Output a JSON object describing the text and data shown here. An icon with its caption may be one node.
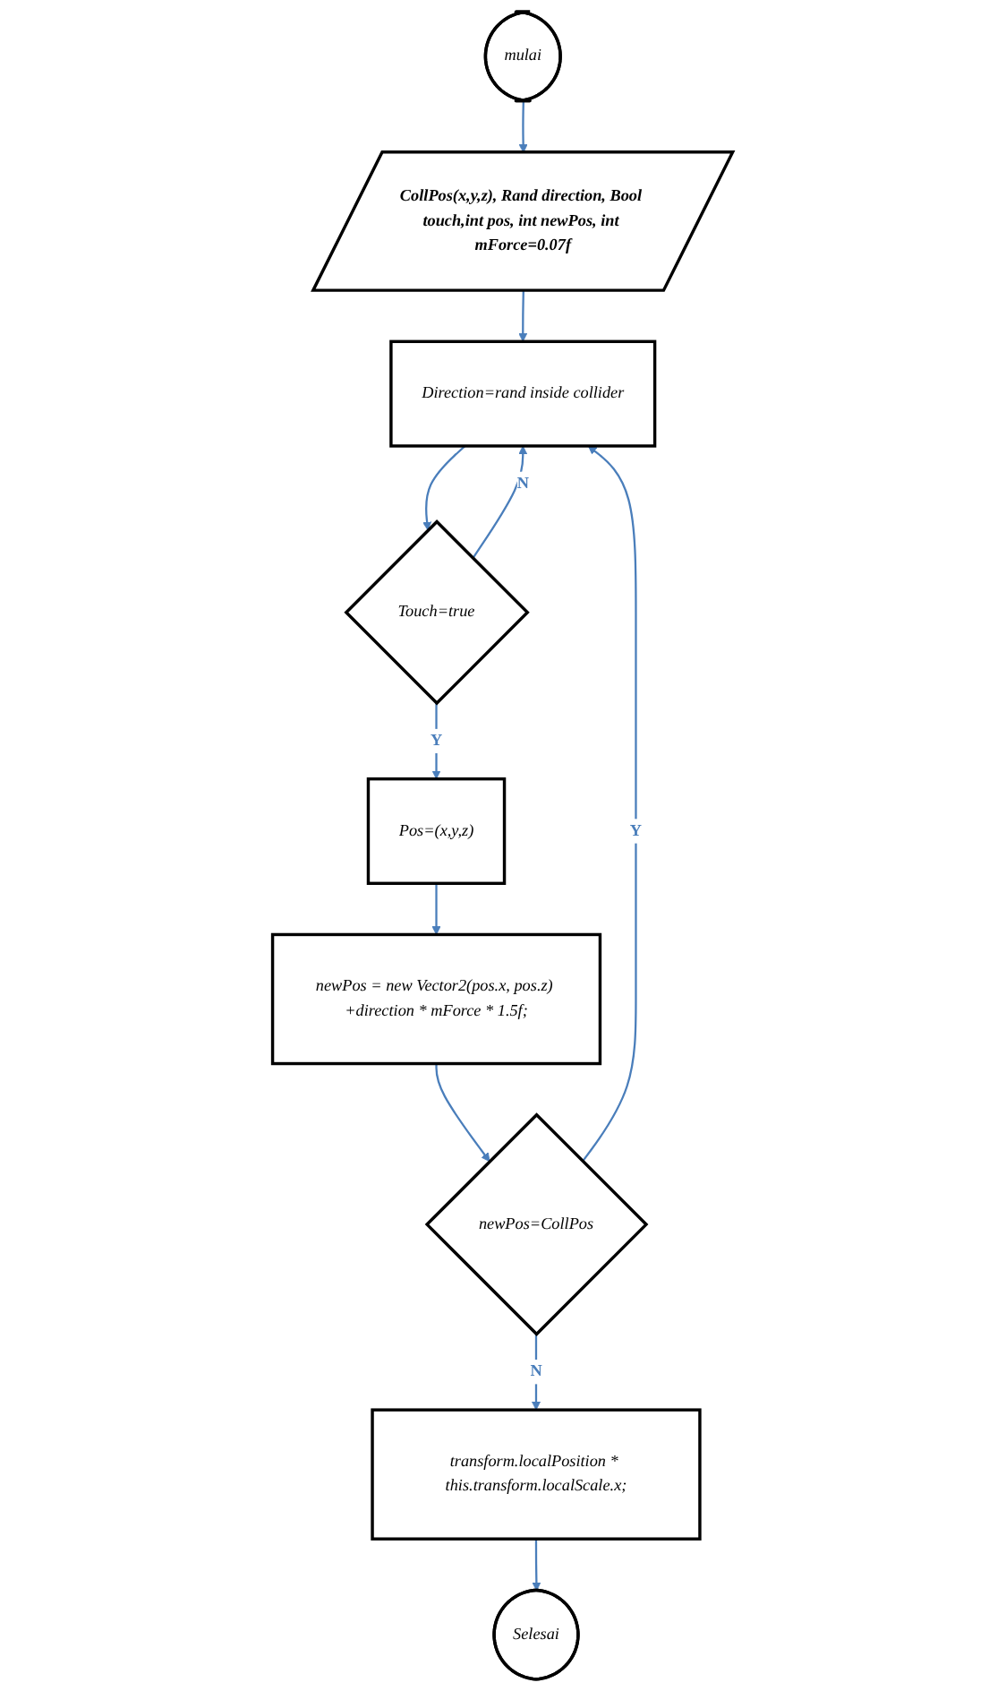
{
  "diagram": {
    "nodes": [
      {
        "text": [
          "mulai"
        ]
      },
      {
        "text": [
          "CollPos(x,y,z), Rand direction, Bool touch,int pos, int newPos, int mForce=0.07f"
        ]
      },
      {
        "text": [
          "Direction=rand inside collider"
        ]
      },
      {
        "text": [
          "Touch=true"
        ]
      },
      {
        "text": [
          "Pos=(x,y,z)"
        ]
      },
      {
        "text": [
          "newPos = new Vector2(pos.x, pos.z) +direction * mForce * 1.5f;"
        ]
      },
      {
        "text": [
          "newPos=CollPos"
        ]
      },
      {
        "text": [
          "transform.localPosition * this.transform.localScale.x;"
        ]
      },
      {
        "text": [
          "Selesai"
        ]
      }
    ],
    "edges": [
      {
        "from": 0,
        "to": 1,
        "arrow": "to"
      },
      {
        "from": 1,
        "to": 2,
        "arrow": "to"
      },
      {
        "from": 2,
        "to": 3,
        "arrow": "to"
      },
      {
        "from": 3,
        "to": 2,
        "arrow": "to",
        "label": "N"
      },
      {
        "from": 3,
        "to": 4,
        "arrow": "to",
        "label": "Y"
      },
      {
        "from": 4,
        "to": 5,
        "arrow": "to"
      },
      {
        "from": 5,
        "to": 6,
        "arrow": "to"
      },
      {
        "from": 6,
        "to": 2,
        "arrow": "to",
        "label": "Y"
      },
      {
        "from": 6,
        "to": 7,
        "arrow": "to",
        "label": "N"
      },
      {
        "from": 7,
        "to": 8,
        "arrow": "to"
      }
    ]
  }
}
